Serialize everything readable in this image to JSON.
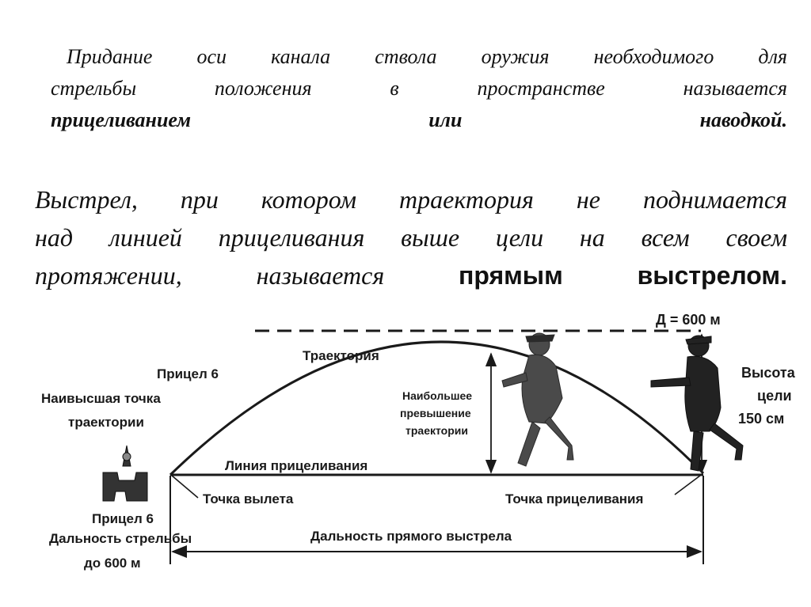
{
  "text": {
    "para1": {
      "line1": [
        "Придание",
        "оси",
        "канала",
        "ствола",
        "оружия",
        "необходимого",
        "для"
      ],
      "line2": [
        "стрельбы",
        "положения",
        "в",
        "пространстве",
        "называется"
      ],
      "line3": [
        "прицеливанием",
        "или",
        "наводкой."
      ]
    },
    "para2": {
      "line1": [
        "Выстрел,",
        "при",
        "котором",
        "траектория",
        "не",
        "поднимается"
      ],
      "line2": [
        "над",
        "линией",
        "прицеливания",
        "выше",
        "цели",
        "на",
        "всем",
        "своем"
      ],
      "line3": [
        "протяжении,",
        "называется",
        "прямым",
        "выстрелом."
      ]
    }
  },
  "diagram": {
    "distance_label": "Д = 600 м",
    "trajectory_label": "Траектория",
    "sight_top_label": "Прицел 6",
    "highest_point_label": [
      "Наивысшая точка",
      "траектории"
    ],
    "max_excess_label": [
      "Наибольшее",
      "превышение",
      "траектории"
    ],
    "target_height_label": [
      "Высота",
      "цели",
      "150 см"
    ],
    "aim_line_label": "Линия прицеливания",
    "departure_label": "Точка вылета",
    "aim_point_label": "Точка прицеливания",
    "sight_bottom_label": "Прицел 6",
    "firing_range_label": [
      "Дальность стрельбы",
      "до 600 м"
    ],
    "direct_range_label": "Дальность прямого выстрела"
  },
  "colors": {
    "ink": "#1a1a1a",
    "figure": "#3a3a3a",
    "background": "#ffffff"
  }
}
